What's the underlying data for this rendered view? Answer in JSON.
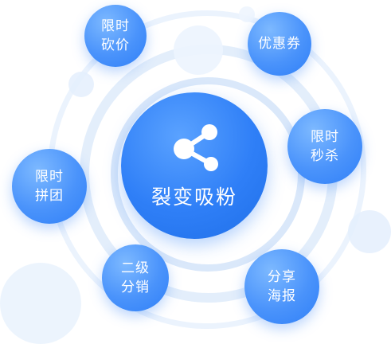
{
  "center": {
    "label": "裂变吸粉",
    "icon": "share-icon"
  },
  "bubbles": {
    "kanjia": {
      "line1": "限时",
      "line2": "砍价"
    },
    "coupon": {
      "line1": "优惠券"
    },
    "miaosha": {
      "line1": "限时",
      "line2": "秒杀"
    },
    "pintuan": {
      "line1": "限时",
      "line2": "拼团"
    },
    "fenxiao": {
      "line1": "二级",
      "line2": "分销"
    },
    "haibao": {
      "line1": "分享",
      "line2": "海报"
    }
  },
  "colors": {
    "accent": "#2f7ff7",
    "accent_light": "#7db9ff",
    "ring": "#dce9fa",
    "text": "#ffffff"
  }
}
